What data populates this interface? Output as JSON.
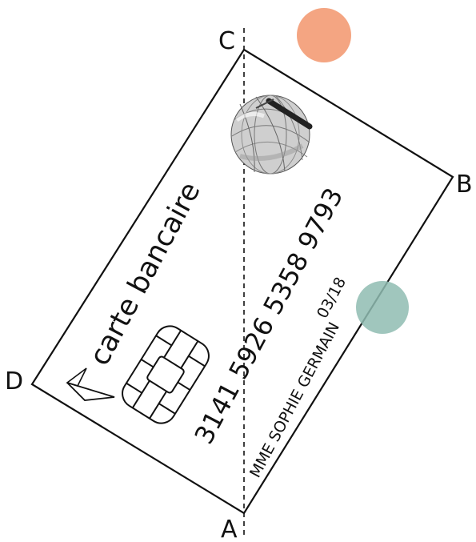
{
  "diagram": {
    "vertices": {
      "a": "A",
      "b": "B",
      "c": "C",
      "d": "D"
    },
    "card": {
      "title": "carte bancaire",
      "number": "3141 5926 5358 9793",
      "expiry": "03/18",
      "holder": "MME SOPHIE GERMAIN"
    },
    "colors": {
      "outline": "#111111",
      "orange_marker": "#f4a582",
      "teal_marker": "#8fbcb2"
    },
    "icons": [
      "chip-icon",
      "globe-hologram-icon",
      "triangle-icon"
    ]
  }
}
